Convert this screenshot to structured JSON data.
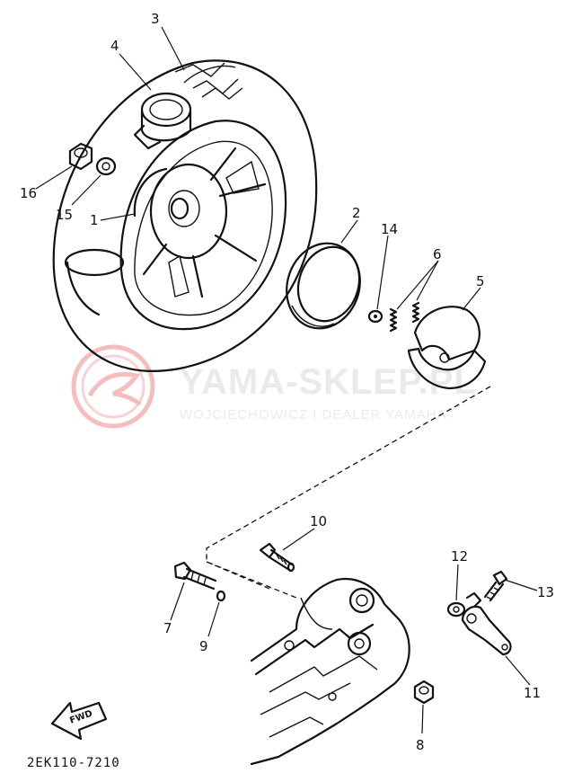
{
  "diagram": {
    "callouts": [
      {
        "id": "1",
        "label": "1"
      },
      {
        "id": "2",
        "label": "2"
      },
      {
        "id": "3",
        "label": "3"
      },
      {
        "id": "4",
        "label": "4"
      },
      {
        "id": "5",
        "label": "5"
      },
      {
        "id": "6",
        "label": "6"
      },
      {
        "id": "7",
        "label": "7"
      },
      {
        "id": "8",
        "label": "8"
      },
      {
        "id": "9",
        "label": "9"
      },
      {
        "id": "10",
        "label": "10"
      },
      {
        "id": "11",
        "label": "11"
      },
      {
        "id": "12",
        "label": "12"
      },
      {
        "id": "13",
        "label": "13"
      },
      {
        "id": "14",
        "label": "14"
      },
      {
        "id": "15",
        "label": "15"
      },
      {
        "id": "16",
        "label": "16"
      }
    ],
    "fwd_label": "FWD",
    "diagram_code": "2EK110-7210"
  },
  "watermark": {
    "brand": "YAMA-SKLEP.PL",
    "dealer": "WOJCIECHOWICZ I DEALER YAMAHA",
    "color": "#e05a5a"
  }
}
